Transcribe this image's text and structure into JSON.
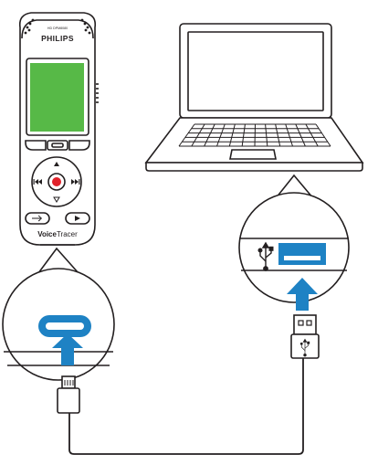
{
  "recorder": {
    "brand": "PHILIPS",
    "model": "HD DPM8080",
    "product_name_bold": "Voice",
    "product_name_light": "Tracer"
  },
  "icons": {
    "usb_port_symbol": "usb-icon",
    "usb_plug_symbol": "usb-icon",
    "insert_arrow": "arrow-up-icon",
    "record_button": "record-icon",
    "skip_back": "skip-back-icon",
    "skip_forward": "skip-forward-icon",
    "play": "play-icon",
    "menu_back": "back-icon"
  },
  "colors": {
    "outline": "#231f20",
    "accent_blue": "#1e82c4",
    "record_red": "#e1222b",
    "screen_green": "#57b947",
    "background": "#ffffff"
  }
}
